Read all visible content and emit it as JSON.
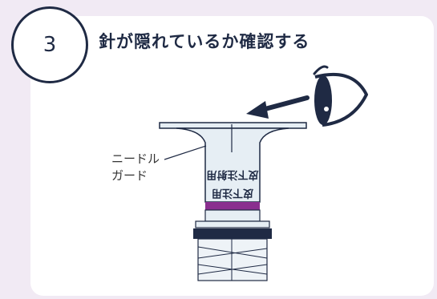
{
  "step": {
    "number": "3"
  },
  "title": "針が隠れているか確認する",
  "callout": {
    "line1": "ニードル",
    "line2": "ガード"
  },
  "syringe_label": {
    "line1": "皮下注用",
    "line2": "皮下注射用"
  },
  "colors": {
    "background": "#f1eaf4",
    "card": "#ffffff",
    "navy": "#1f2a44",
    "plunger_band": "#8a2f8f",
    "guard_fill": "#e6eef4"
  },
  "icons": [
    "eye-icon",
    "arrow-left-icon"
  ]
}
